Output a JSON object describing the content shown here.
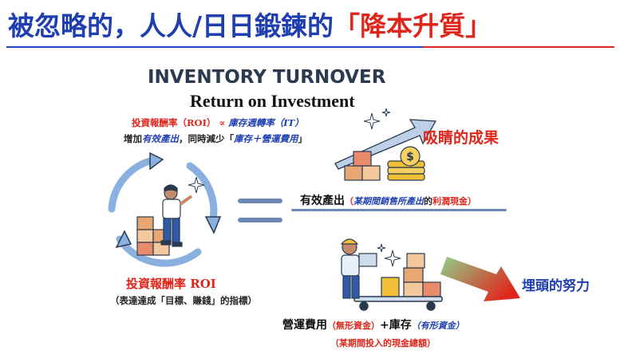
{
  "headline": {
    "main": "被忽略的，人人/日日鍛鍊的",
    "highlight": "「降本升質」"
  },
  "diagram": {
    "title": "INVENTORY TURNOVER",
    "subtitle": "Return on Investment",
    "formula": {
      "roi": "投資報酬率（ROI）",
      "prop": "∝",
      "it": "庫存週轉率（IT）"
    },
    "increase": {
      "prefix": "增加",
      "output": "有效產出",
      "mid": "，同時減少「",
      "reduce": "庫存＋營運費用",
      "suffix": "」"
    },
    "result_label": "吸睛的成果",
    "output_line": {
      "label": "有效產出",
      "note_open": "（",
      "note_blue": "某期間銷售所產出",
      "note_mid": "的",
      "note_red": "利潤現金",
      "note_close": "）"
    },
    "roi_label": "投資報酬率 ROI",
    "roi_caption": "（表達達成「目標、賺錢」的指標）",
    "cost_line": {
      "opex": "營運費用",
      "opex_note": "（無形資金）",
      "plus_inventory": "+庫存",
      "inventory_note": "（有形資金）"
    },
    "cost_caption": "（某期間投入的現金總額）",
    "effort_label": "埋頭的努力"
  },
  "colors": {
    "blue": "#1f3fb0",
    "red": "#e0261b",
    "slate": "#2b3a4e",
    "rule": "#6d88b5"
  }
}
